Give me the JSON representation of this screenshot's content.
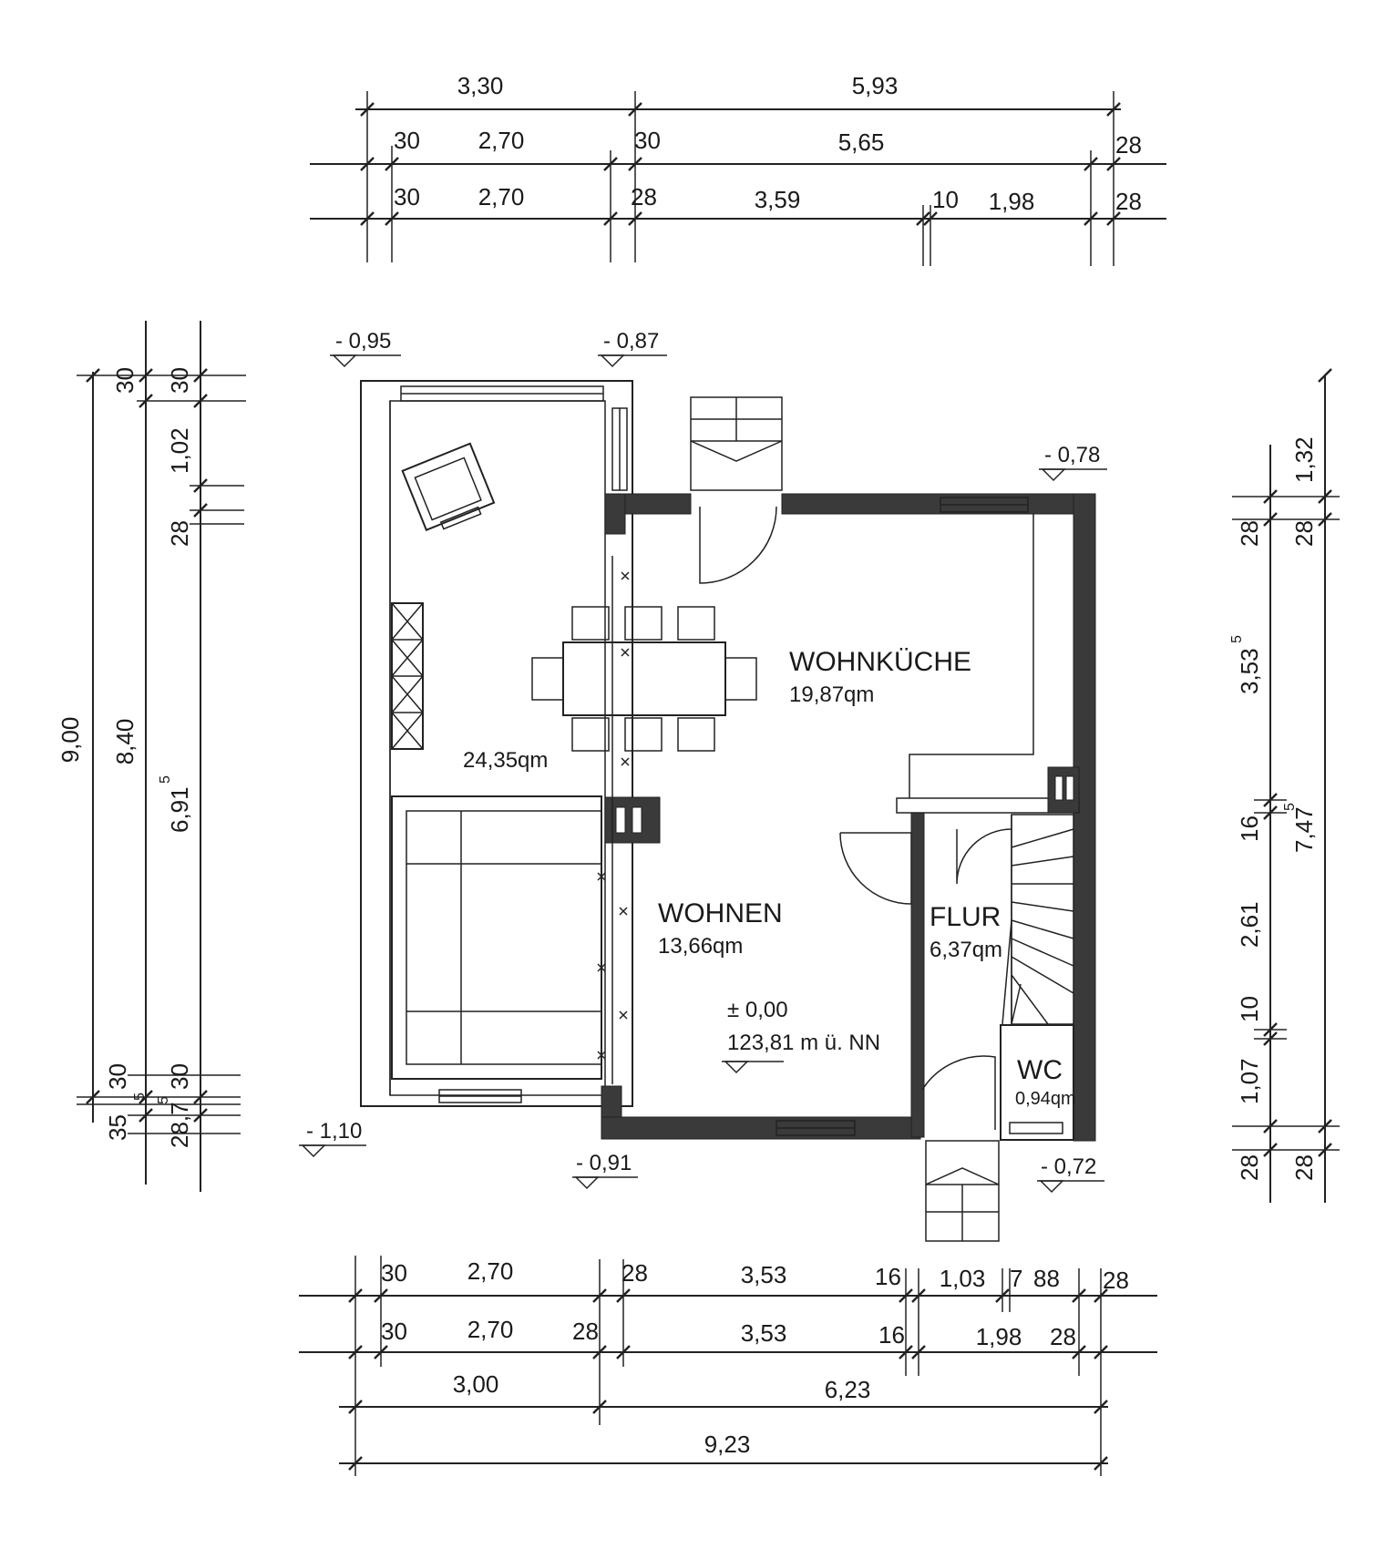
{
  "rooms": {
    "wohnkueche": {
      "name": "WOHNKÜCHE",
      "area": "19,87qm"
    },
    "wohnen": {
      "name": "WOHNEN",
      "area": "13,66qm"
    },
    "extension": {
      "area": "24,35qm"
    },
    "flur": {
      "name": "FLUR",
      "area": "6,37qm"
    },
    "wc": {
      "name": "WC",
      "area": "0,94qm"
    }
  },
  "reference_level": {
    "value": "± 0,00",
    "elevation": "123,81 m ü. NN"
  },
  "levels": [
    "- 0,95",
    "- 0,87",
    "- 0,78",
    "- 1,10",
    "- 0,91",
    "- 0,72"
  ],
  "top_dims": {
    "row1": [
      "3,30",
      "5,93"
    ],
    "row2": [
      "30",
      "2,70",
      "30",
      "5,65",
      "28"
    ],
    "row3": [
      "30",
      "2,70",
      "28",
      "3,59",
      "10",
      "1,98",
      "28"
    ]
  },
  "bottom_dims": {
    "row1": [
      "30",
      "2,70",
      "28",
      "3,53",
      "16",
      "1,03",
      "7",
      "88",
      "28"
    ],
    "row2": [
      "30",
      "2,70",
      "28",
      "3,53",
      "16",
      "1,98",
      "28"
    ],
    "row3": [
      "3,00",
      "6,23"
    ],
    "row4": [
      "9,23"
    ]
  },
  "left_dims": {
    "outer": [
      "9,00"
    ],
    "middle": [
      "8,40",
      "30",
      "30",
      "35",
      "5"
    ],
    "inner": [
      "30",
      "1,02",
      "28",
      "6,91",
      "5",
      "30",
      "28,7",
      "5"
    ]
  },
  "right_dims": {
    "inner": [
      "28",
      "3,53",
      "5",
      "16",
      "2,61",
      "10",
      "1,07",
      "28"
    ],
    "outer": [
      "1,32",
      "28",
      "7,47",
      "5",
      "28"
    ]
  }
}
